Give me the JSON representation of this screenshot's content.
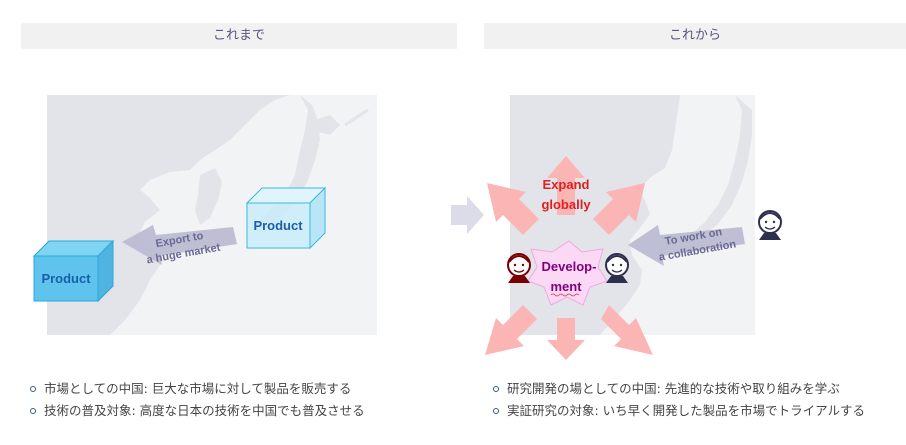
{
  "panels": {
    "left": {
      "title": "これまで",
      "box_top_label": "Product",
      "box_bottom_label": "Product",
      "arrow_label_line1": "Export to",
      "arrow_label_line2": "a huge market",
      "bullets": [
        "市場としての中国: 巨大な市場に対して製品を販売する",
        "技術の普及対象: 高度な日本の技術を中国でも普及させる"
      ]
    },
    "right": {
      "title": "これから",
      "expand_line1": "Expand",
      "expand_line2": "globally",
      "dev_line1": "Develop-",
      "dev_line2": "ment",
      "arrow_label_line1": "To work on",
      "arrow_label_line2": "a collaboration",
      "bullets": [
        "研究開発の場としての中国: 先進的な技術や取り組みを学ぶ",
        "実証研究の対象: いち早く開発した製品を市場でトライアルする"
      ]
    }
  },
  "colors": {
    "header_bg": "#f1f1f2",
    "header_text": "#55557a",
    "map_sea": "#e3e4e9",
    "box_dark": "#5ec4ee",
    "box_light": "#c9ecf9",
    "box_text": "#1a5fa8",
    "gray_arrow": "#b8b8d0",
    "pink_arrow": "#fbb5b5",
    "expand_text": "#e02020",
    "dev_text": "#800080",
    "star_fill": "#fbd9f4",
    "person_red": "#7a0000",
    "person_navy": "#2e2e4e"
  }
}
